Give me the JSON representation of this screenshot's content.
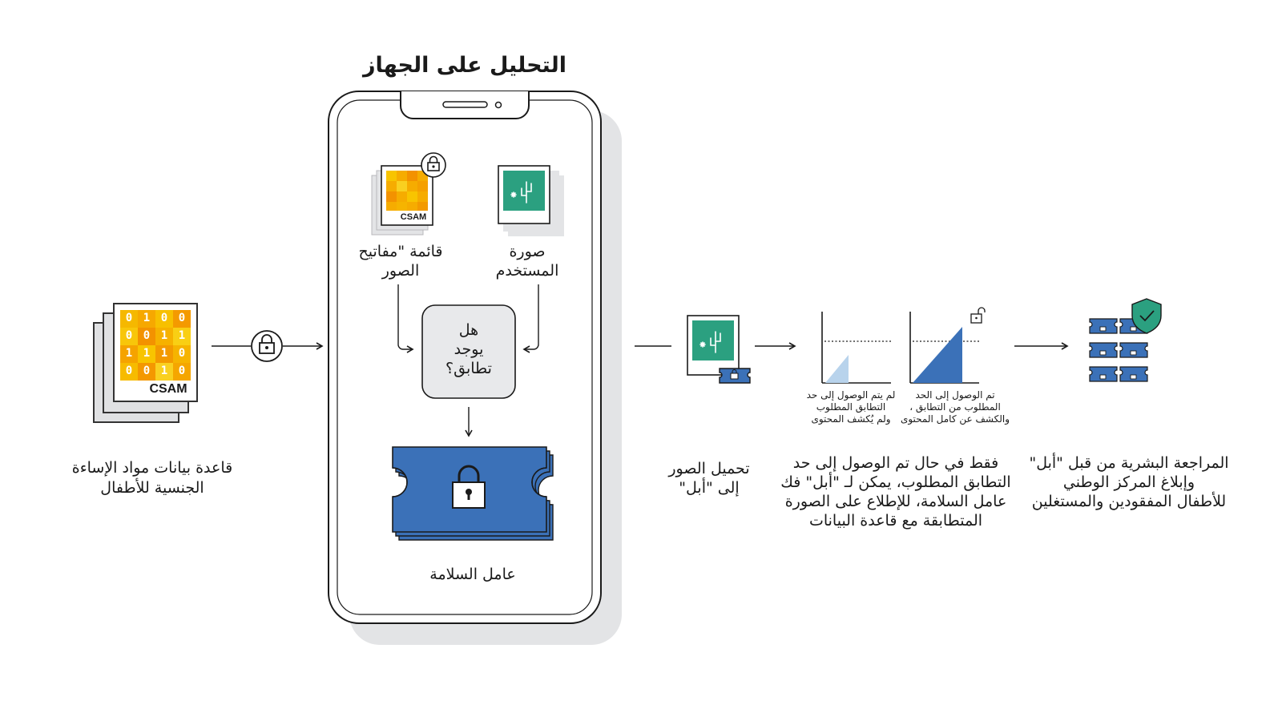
{
  "title": "التحليل على الجهاز",
  "database": {
    "label_line1": "قاعدة بيانات مواد الإساءة",
    "label_line2": "الجنسية للأطفال",
    "card_label": "CSAM",
    "bits": [
      [
        "0",
        "1",
        "0",
        "0"
      ],
      [
        "0",
        "0",
        "1",
        "1"
      ],
      [
        "1",
        "1",
        "1",
        "0"
      ],
      [
        "0",
        "0",
        "1",
        "0"
      ]
    ]
  },
  "device": {
    "hash_list_line1": "قائمة \"مفاتيح",
    "hash_list_line2": "الصور",
    "hash_card_label": "CSAM",
    "user_photo_line1": "صورة",
    "user_photo_line2": "المستخدم",
    "match_line1": "هل",
    "match_line2": "يوجد",
    "match_line3": "تطابق؟",
    "voucher_label": "عامل السلامة"
  },
  "upload": {
    "line1": "تحميل الصور",
    "line2": "إلى \"أبل\""
  },
  "threshold": {
    "not_reached_line1": "لم يتم الوصول إلى حد",
    "not_reached_line2": "التطابق المطلوب",
    "not_reached_line3": "ولم يُكشف المحتوى",
    "reached_line1": "تم الوصول إلى الحد",
    "reached_line2": "المطلوب من التطابق ،",
    "reached_line3": "والكشف عن كامل المحتوى",
    "desc_line1": "فقط في حال تم الوصول إلى حد",
    "desc_line2": "التطابق المطلوب، يمكن لـ \"أبل\" فك",
    "desc_line3": "عامل السلامة، للإطلاع على الصورة",
    "desc_line4": "المتطابقة مع قاعدة البيانات"
  },
  "review": {
    "line1": "المراجعة البشرية من قبل \"أبل\"",
    "line2": "وإبلاغ المركز الوطني",
    "line3": "للأطفال المفقودين والمستغلين"
  },
  "colors": {
    "blue": "#3b71b8",
    "blue_dark": "#1f3f73",
    "green": "#2ba080",
    "grey_shadow": "#e3e4e6",
    "box_fill": "#e8e9eb"
  },
  "icons": [
    "lock-icon",
    "unlock-icon",
    "shield-check-icon",
    "cactus-icon"
  ]
}
